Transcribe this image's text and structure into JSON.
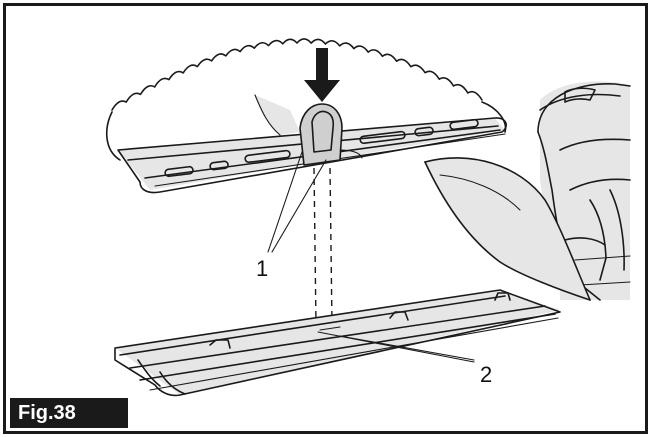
{
  "figure": {
    "label": "Fig.38",
    "callouts": [
      {
        "id": "1",
        "text": "1"
      },
      {
        "id": "2",
        "text": "2"
      }
    ],
    "colors": {
      "ink": "#1a1a1a",
      "shade": "#cfcfcf",
      "label_bg": "#1a1a1a",
      "label_fg": "#ffffff"
    },
    "icons": [
      "down-arrow-icon"
    ]
  }
}
